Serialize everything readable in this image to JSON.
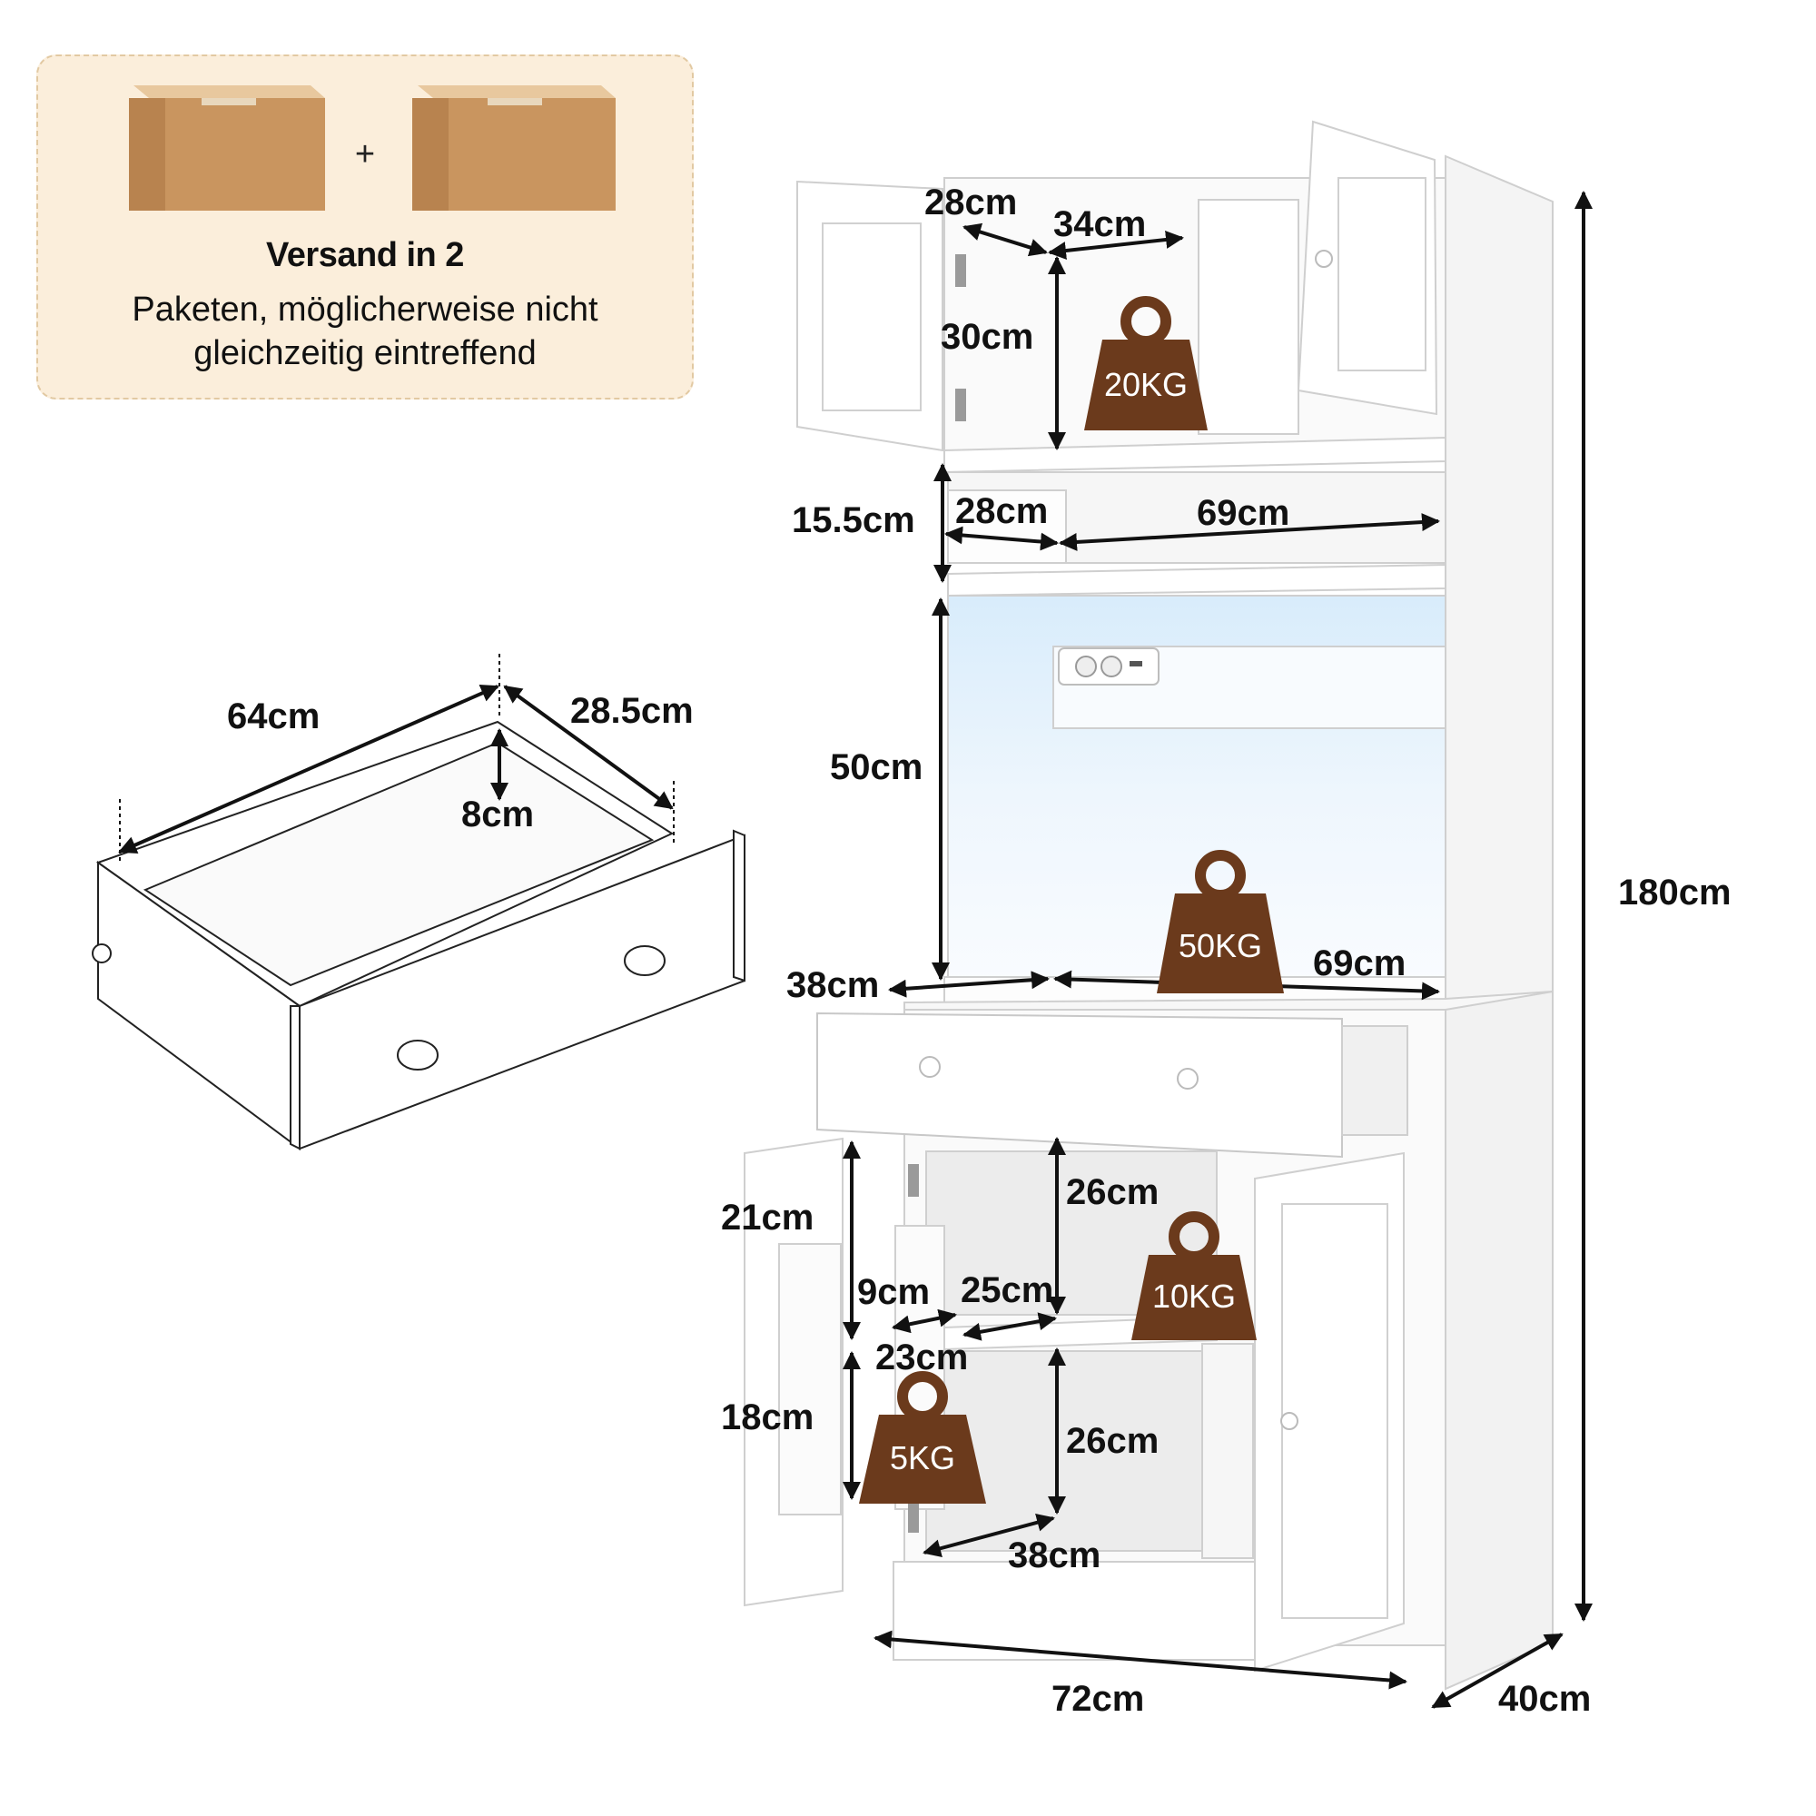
{
  "shipping": {
    "title": "Versand in 2",
    "line1": "Paketen, möglicherweise nicht",
    "line2": "gleichzeitig eintreffend",
    "plus": "+"
  },
  "drawer_dimensions": {
    "length": "64cm",
    "width": "28.5cm",
    "height": "8cm"
  },
  "upper_cabinet": {
    "depth": "28cm",
    "width": "34cm",
    "height": "30cm",
    "load": "20KG"
  },
  "open_shelf": {
    "height": "15.5cm",
    "depth": "28cm",
    "width": "69cm"
  },
  "microwave_space": {
    "height": "50cm",
    "depth": "38cm",
    "width": "69cm",
    "load": "50KG"
  },
  "overall": {
    "height": "180cm",
    "width": "72cm",
    "depth": "40cm"
  },
  "lower_cabinet": {
    "door_shelf_top_height": "21cm",
    "door_shelf_depth": "9cm",
    "door_shelf_width": "23cm",
    "door_shelf_bottom_height": "18cm",
    "inner_depth": "25cm",
    "upper_height": "26cm",
    "lower_height": "26cm",
    "bottom_depth": "38cm",
    "shelf_load": "10KG",
    "door_load": "5KG"
  },
  "colors": {
    "box": "#c9955f",
    "weight_icon": "#6b3a1c",
    "furniture": "#ffffff",
    "outline": "#d6d6d6"
  }
}
